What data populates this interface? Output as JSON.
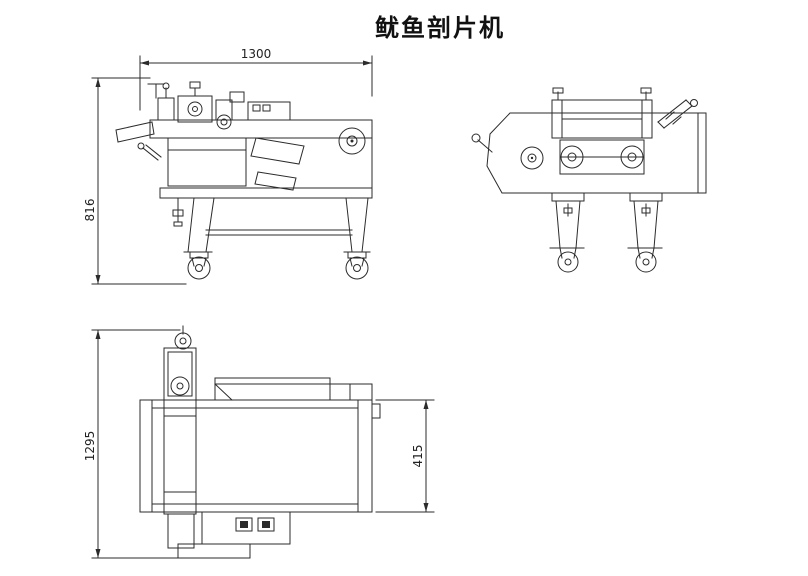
{
  "title": "鱿鱼剖片机",
  "dimensions": {
    "front_width": "1300",
    "front_height": "816",
    "plan_length": "1295",
    "plan_belt_width": "415"
  }
}
